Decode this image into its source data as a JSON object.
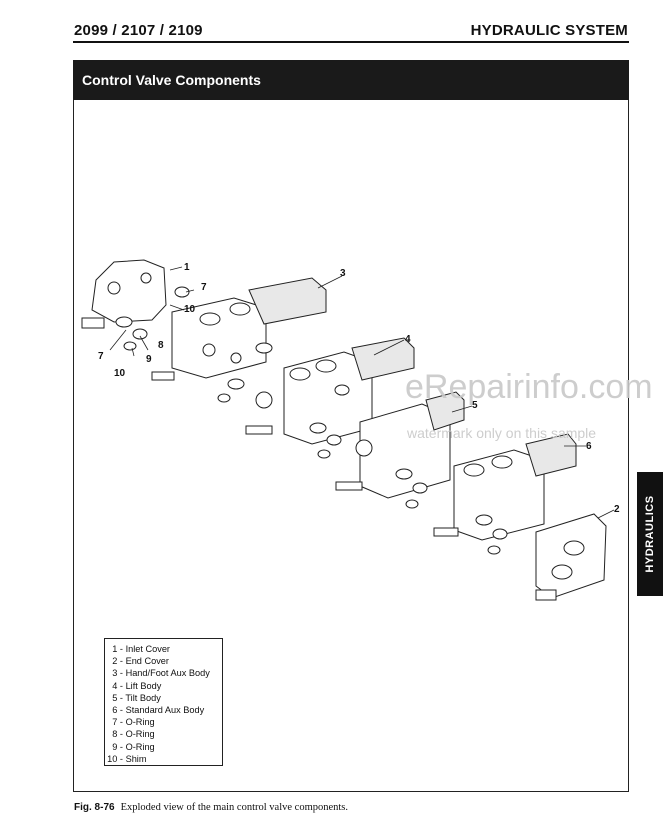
{
  "header": {
    "models": "2099 / 2107 / 2109",
    "section": "HYDRAULIC SYSTEM"
  },
  "title": "Control Valve Components",
  "callouts": {
    "c1": "1",
    "c2": "2",
    "c3": "3",
    "c4": "4",
    "c5": "5",
    "c6": "6",
    "c7a": "7",
    "c7b": "7",
    "c8": "8",
    "c9": "9",
    "c10a": "10",
    "c10b": "10"
  },
  "legend": [
    {
      "num": "1 -",
      "label": "Inlet Cover"
    },
    {
      "num": "2 -",
      "label": "End Cover"
    },
    {
      "num": "3 -",
      "label": "Hand/Foot Aux Body"
    },
    {
      "num": "4 -",
      "label": "Lift Body"
    },
    {
      "num": "5 -",
      "label": "Tilt Body"
    },
    {
      "num": "6 -",
      "label": "Standard Aux Body"
    },
    {
      "num": "7 -",
      "label": "O-Ring"
    },
    {
      "num": "8 -",
      "label": "O-Ring"
    },
    {
      "num": "9 -",
      "label": "O-Ring"
    },
    {
      "num": "10 -",
      "label": "Shim"
    }
  ],
  "side_tab": "HYDRAULICS",
  "watermark": {
    "main": "eRepairinfo.com",
    "sub": "watermark only on this sample"
  },
  "caption": {
    "fig": "Fig. 8-76",
    "text": "Exploded view of the main control valve components."
  }
}
